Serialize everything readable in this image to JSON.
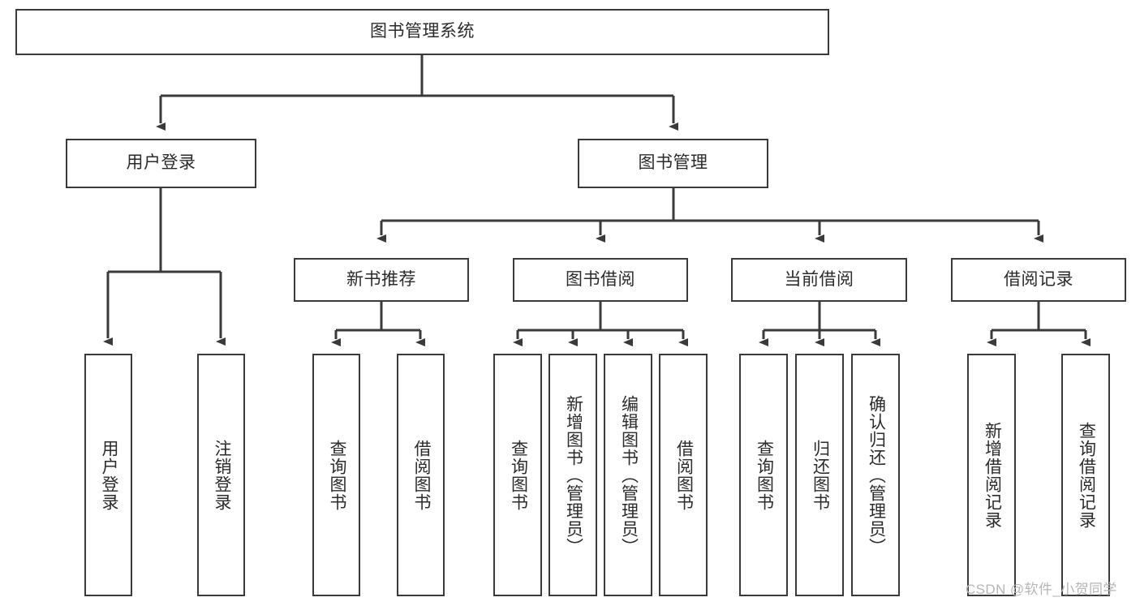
{
  "diagram": {
    "type": "tree-hierarchy",
    "title": "图书管理系统",
    "root": {
      "id": "root",
      "label": "图书管理系统"
    },
    "level2": [
      {
        "id": "user-login",
        "label": "用户登录"
      },
      {
        "id": "book-management",
        "label": "图书管理"
      }
    ],
    "level3": [
      {
        "id": "new-book-recommend",
        "label": "新书推荐",
        "parent": "book-management"
      },
      {
        "id": "book-borrow",
        "label": "图书借阅",
        "parent": "book-management"
      },
      {
        "id": "current-borrow",
        "label": "当前借阅",
        "parent": "book-management"
      },
      {
        "id": "borrow-record",
        "label": "借阅记录",
        "parent": "book-management"
      }
    ],
    "leaves": {
      "user_login": [
        {
          "id": "leaf-user-login",
          "label": "用户登录"
        },
        {
          "id": "leaf-logout-login",
          "label": "注销登录"
        }
      ],
      "new_book_recommend": [
        {
          "id": "leaf-query-book-1",
          "label": "查询图书"
        },
        {
          "id": "leaf-borrow-book-1",
          "label": "借阅图书"
        }
      ],
      "book_borrow": [
        {
          "id": "leaf-query-book-2",
          "label": "查询图书"
        },
        {
          "id": "leaf-add-book-admin",
          "label": "新增图书（管理员）"
        },
        {
          "id": "leaf-edit-book-admin",
          "label": "编辑图书（管理员）"
        },
        {
          "id": "leaf-borrow-book-2",
          "label": "借阅图书"
        }
      ],
      "current_borrow": [
        {
          "id": "leaf-query-book-3",
          "label": "查询图书"
        },
        {
          "id": "leaf-return-book",
          "label": "归还图书"
        },
        {
          "id": "leaf-confirm-return-admin",
          "label": "确认归还（管理员）"
        }
      ],
      "borrow_record": [
        {
          "id": "leaf-add-borrow-record",
          "label": "新增借阅记录"
        },
        {
          "id": "leaf-query-borrow-record",
          "label": "查询借阅记录"
        }
      ]
    },
    "colors": {
      "stroke": "#3a3a3a",
      "fill": "#ffffff",
      "text": "#2b2b2b",
      "watermark": "#b6b6b6"
    }
  },
  "watermark": {
    "text": "CSDN @软件_小贺同学"
  }
}
